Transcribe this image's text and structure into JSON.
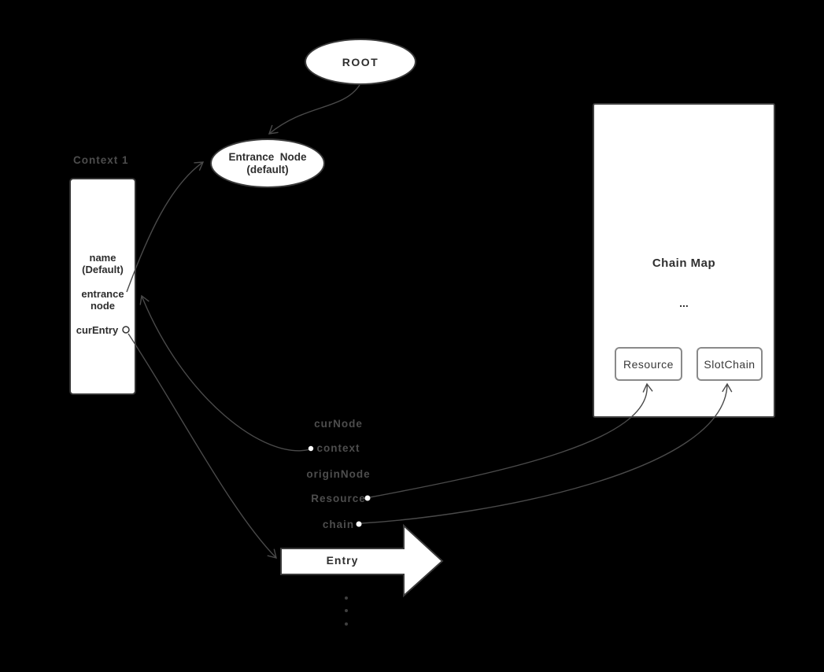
{
  "colors": {
    "background": "#000000",
    "connector": "#4a4a4a",
    "node_fill": "#ffffff",
    "node_border": "#3a3a3a",
    "child_border": "#8a8a8a",
    "dark_text": "#2e2e2e",
    "muted_label": "#4d4d4d"
  },
  "nodes": {
    "root": {
      "label": "ROOT"
    },
    "entrance": {
      "line1": "Entrance  Node",
      "line2": "(default)"
    }
  },
  "context": {
    "title": "Context 1",
    "fields": {
      "name": {
        "line1": "name",
        "line2": "(Default)"
      },
      "entrance_node": {
        "line1": "entrance",
        "line2": "node"
      },
      "cur_entry": "curEntry"
    }
  },
  "chain_map": {
    "title": "Chain Map",
    "ellipsis": "...",
    "children": [
      {
        "label": "Resource"
      },
      {
        "label": "SlotChain"
      }
    ]
  },
  "entry_record": {
    "fields": [
      "curNode",
      "context",
      "originNode",
      "Resource",
      "chain"
    ]
  },
  "entry_arrow": {
    "label": "Entry"
  }
}
